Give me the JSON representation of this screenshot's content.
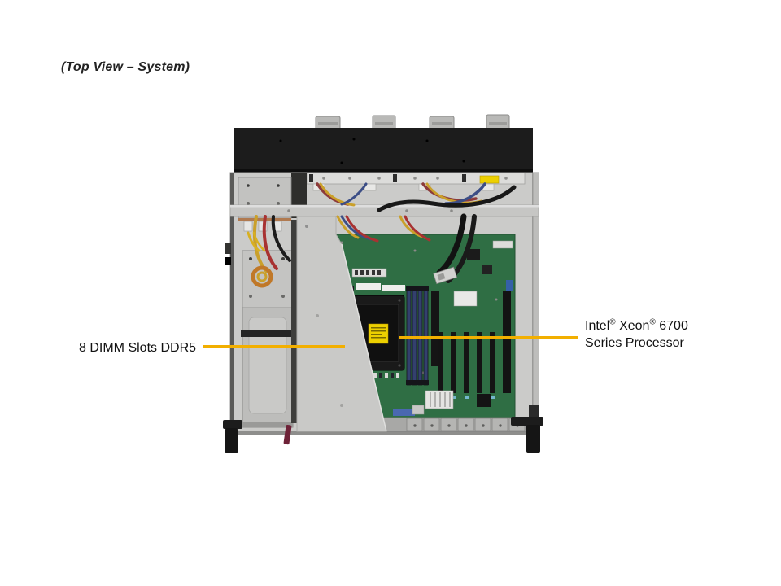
{
  "figure_title": "(Top View – System)",
  "callouts": {
    "dimm_slots": {
      "label": "8 DIMM Slots DDR5"
    },
    "processor": {
      "l1a": "Intel",
      "l1b": "®",
      "l1c": " Xeon",
      "l1d": "®",
      "l1e": " 6700",
      "line2": "Series Processor"
    }
  },
  "colors": {
    "leader_line": "#F2AF00",
    "front_panel": "#1C1C1C",
    "chassis": "#CBCBC9",
    "motherboard": "#2F6E44",
    "cpu_sticker": "#EDD000"
  }
}
